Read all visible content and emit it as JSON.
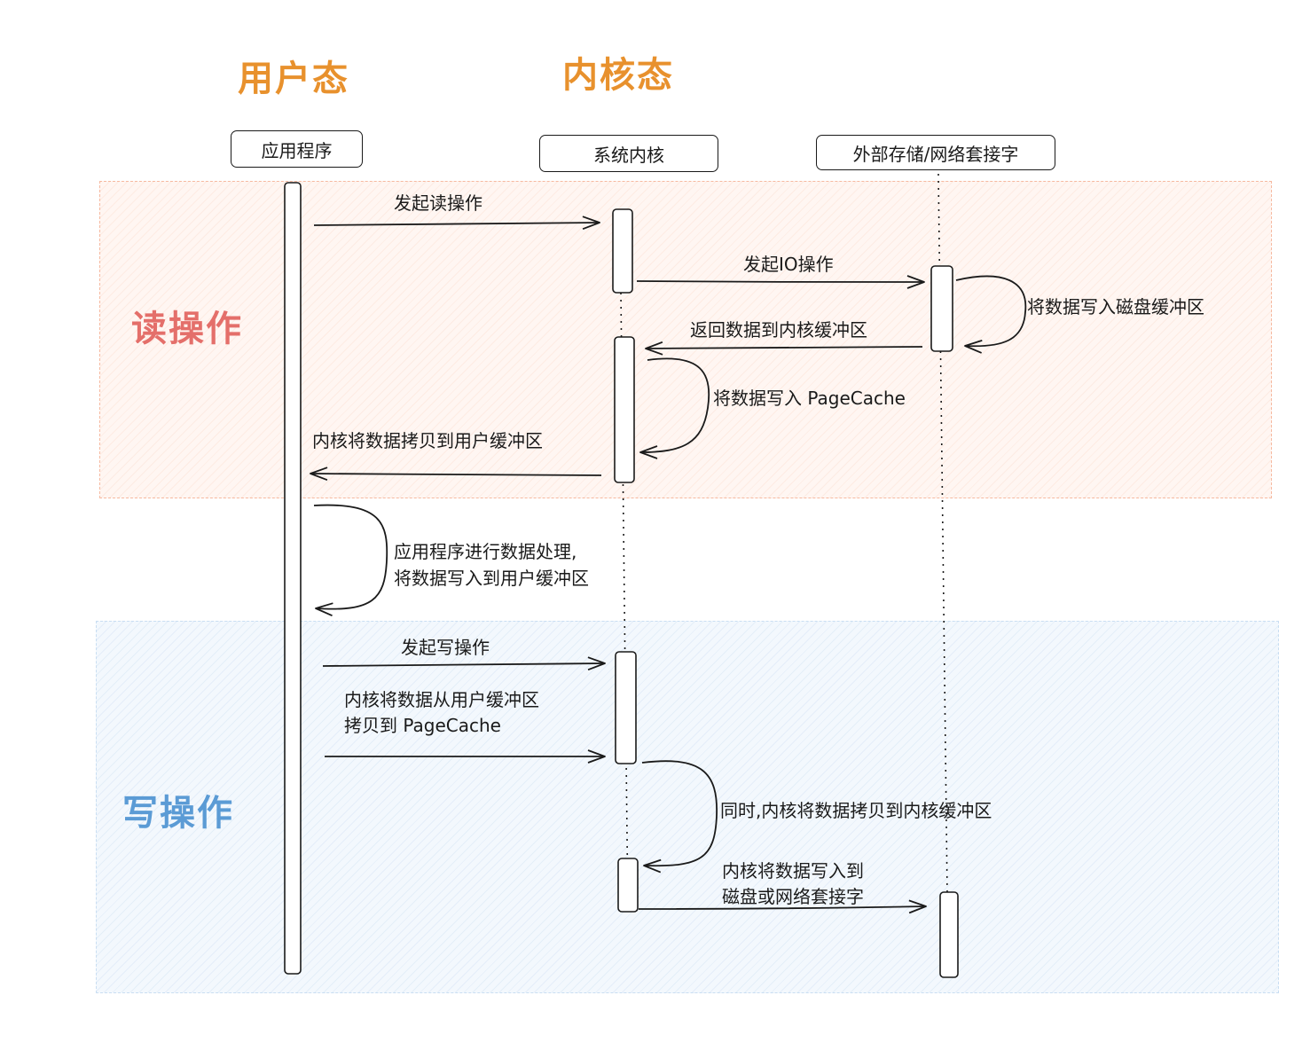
{
  "lanes": {
    "user_mode": "用户态",
    "kernel_mode": "内核态"
  },
  "regions": {
    "read": "读操作",
    "write": "写操作"
  },
  "actors": {
    "app": "应用程序",
    "kernel": "系统内核",
    "external": "外部存储/网络套接字"
  },
  "messages": {
    "initiate_read": "发起读操作",
    "initiate_io": "发起IO操作",
    "write_disk_buffer": "将数据写入磁盘缓冲区",
    "return_to_kernel_buffer": "返回数据到内核缓冲区",
    "write_pagecache": "将数据写入 PageCache",
    "copy_to_user_buffer": "内核将数据拷贝到用户缓冲区",
    "app_process_line1": "应用程序进行数据处理,",
    "app_process_line2": "将数据写入到用户缓冲区",
    "initiate_write": "发起写操作",
    "copy_from_user_line1": "内核将数据从用户缓冲区",
    "copy_from_user_line2": "拷贝到 PageCache",
    "copy_to_kernel_buffer": "同时,内核将数据拷贝到内核缓冲区",
    "write_to_disk_line1": "内核将数据写入到",
    "write_to_disk_line2": "磁盘或网络套接字"
  },
  "colors": {
    "lane_title": "#e8912d",
    "read_label": "#e46f6a",
    "write_label": "#5b9bd5",
    "read_region": "#fff6f2",
    "write_region": "#f3f8fd",
    "stroke": "#1a1a1a"
  }
}
